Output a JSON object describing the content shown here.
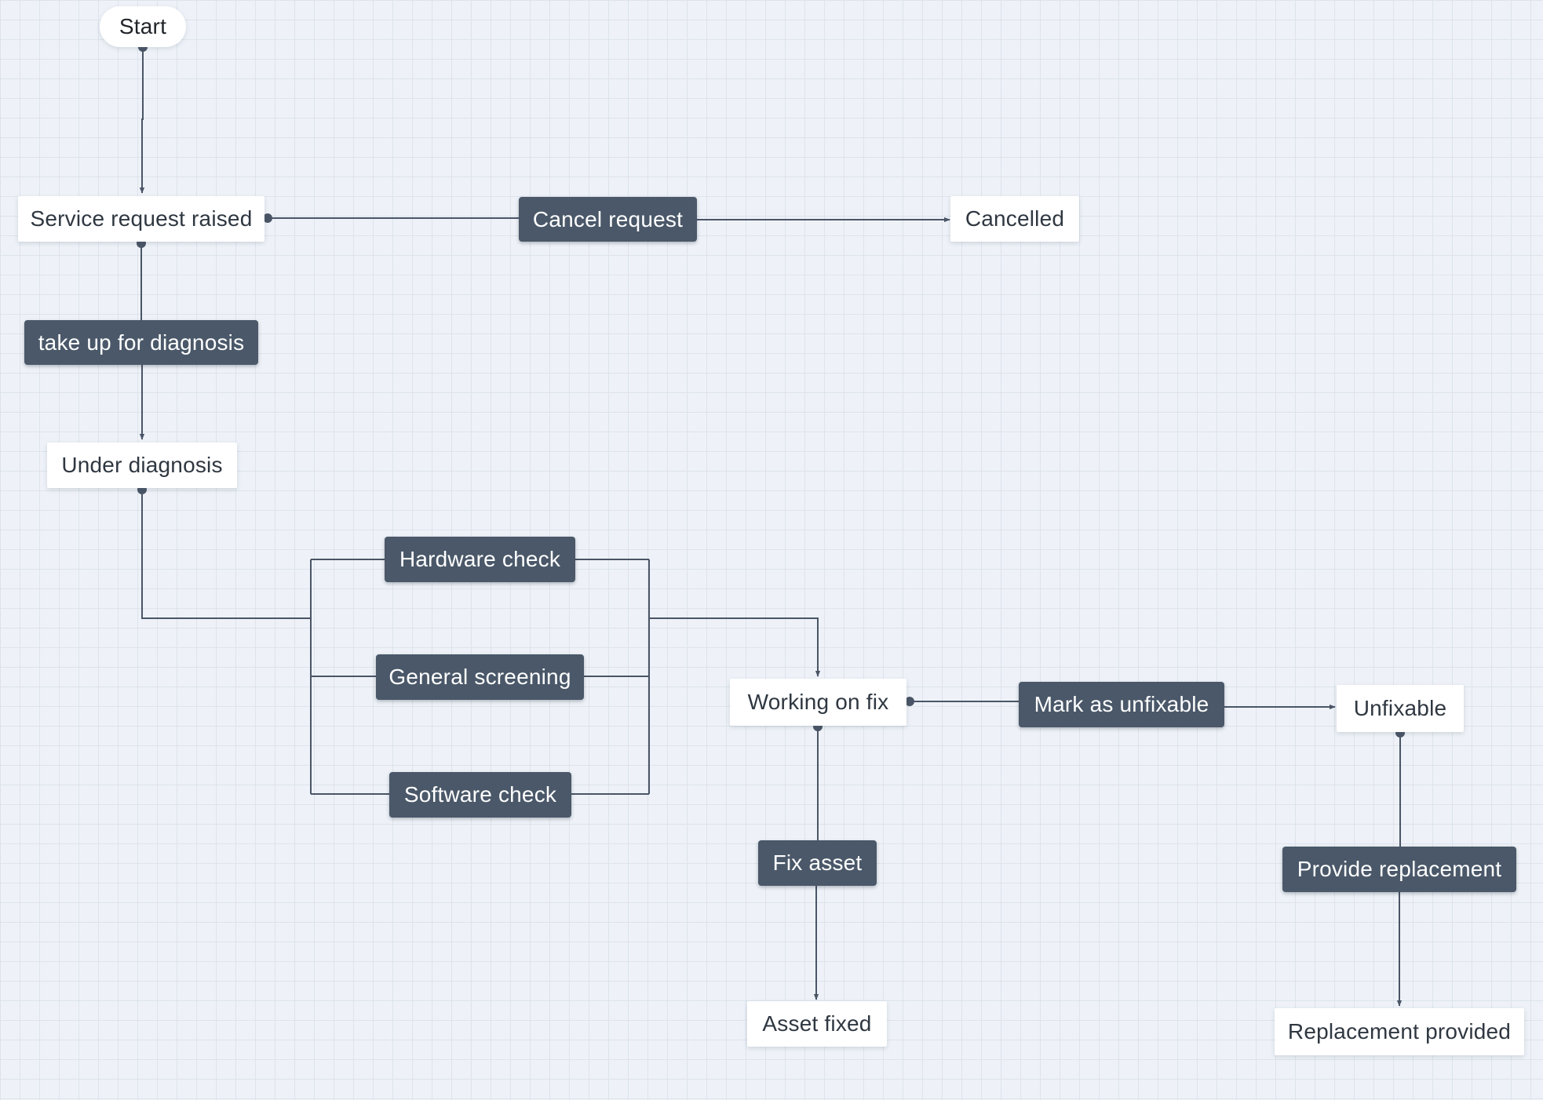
{
  "diagram": {
    "start": "Start",
    "states": {
      "service_request_raised": "Service request raised",
      "cancelled": "Cancelled",
      "under_diagnosis": "Under diagnosis",
      "working_on_fix": "Working on fix",
      "unfixable": "Unfixable",
      "asset_fixed": "Asset fixed",
      "replacement_provided": "Replacement provided"
    },
    "actions": {
      "cancel_request": "Cancel request",
      "take_up_for_diagnosis": "take up for diagnosis",
      "hardware_check": "Hardware check",
      "general_screening": "General screening",
      "software_check": "Software check",
      "mark_as_unfixable": "Mark as unfixable",
      "fix_asset": "Fix asset",
      "provide_replacement": "Provide replacement"
    },
    "colors": {
      "background": "#eef2f8",
      "grid": "#dde3ec",
      "action_fill": "#4a5869",
      "state_fill": "#ffffff",
      "connector": "#4a5566"
    }
  }
}
